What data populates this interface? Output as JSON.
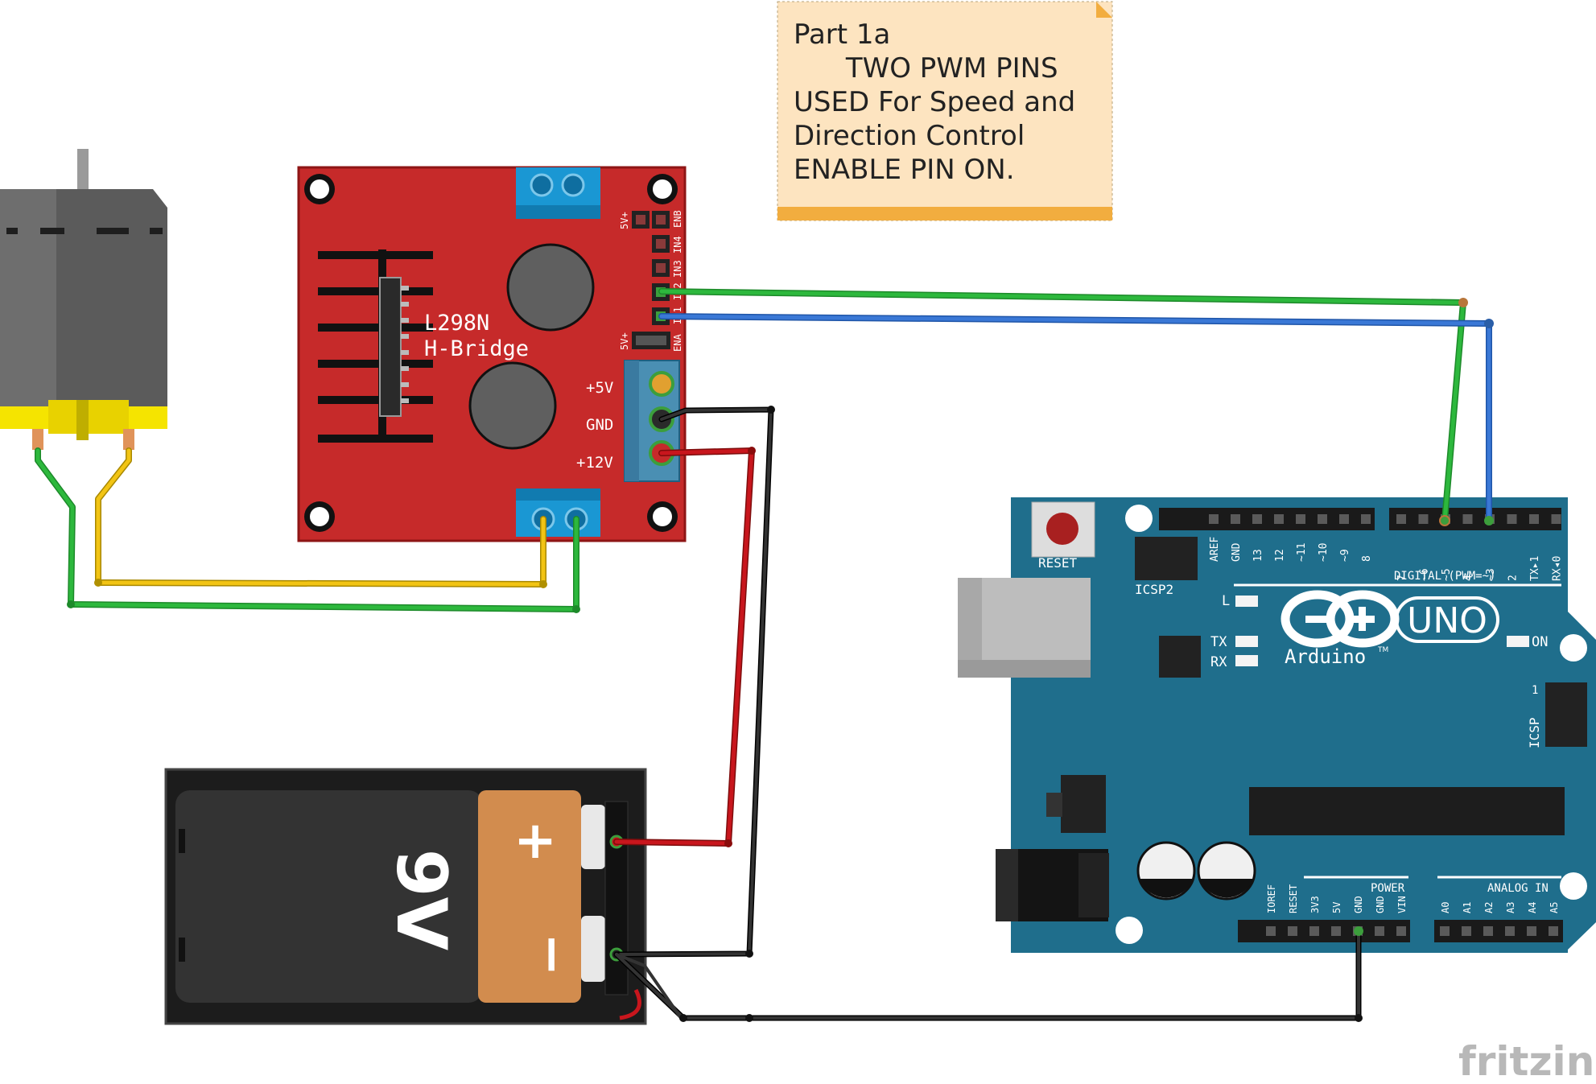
{
  "note": {
    "lines": [
      "Part 1a",
      "      TWO PWM PINS",
      "USED For Speed and",
      "Direction Control",
      "ENABLE PIN ON."
    ]
  },
  "hbridge": {
    "title_line1": "L298N",
    "title_line2": "H-Bridge",
    "power_labels": [
      "+5V",
      "GND",
      "+12V"
    ],
    "header_top": [
      "5V+",
      "IN4",
      "ENB",
      "IN3",
      "IN2",
      "IN1"
    ],
    "header_bottom": [
      "5V+",
      "ENA"
    ]
  },
  "battery": {
    "label": "9V",
    "plus": "+",
    "minus": "−"
  },
  "arduino": {
    "reset_label": "RESET",
    "icsp2_label": "ICSP2",
    "icsp_label": "ICSP",
    "icsp_pin1": "1",
    "digital_left": [
      "AREF",
      "GND",
      "13",
      "12",
      "~11",
      "~10",
      "~9",
      "8"
    ],
    "digital_right": [
      "7",
      "~6",
      "~5",
      "4",
      "~3",
      "2",
      "TX▸1",
      "RX◂0"
    ],
    "digital_label": "DIGITAL (PWM=~)",
    "led_l": "L",
    "led_tx": "TX",
    "led_rx": "RX",
    "led_on": "ON",
    "brand": "Arduino",
    "tm": "TM",
    "model": "UNO",
    "power_label": "POWER",
    "power_pins": [
      "IOREF",
      "RESET",
      "3V3",
      "5V",
      "GND",
      "GND",
      "VIN"
    ],
    "analog_label": "ANALOG IN",
    "analog_pins": [
      "A0",
      "A1",
      "A2",
      "A3",
      "A4",
      "A5"
    ]
  },
  "watermark": "fritzing",
  "colors": {
    "hbridge_red": "#c62a2a",
    "arduino_teal": "#1f6e8c",
    "note_bg": "#fde4c0",
    "wire_green": "#2db83d",
    "wire_blue": "#3a78d6",
    "wire_red": "#c8161d",
    "wire_black": "#1a1a1a",
    "wire_yellow": "#f2c414",
    "battery_copper": "#d28c4e"
  }
}
